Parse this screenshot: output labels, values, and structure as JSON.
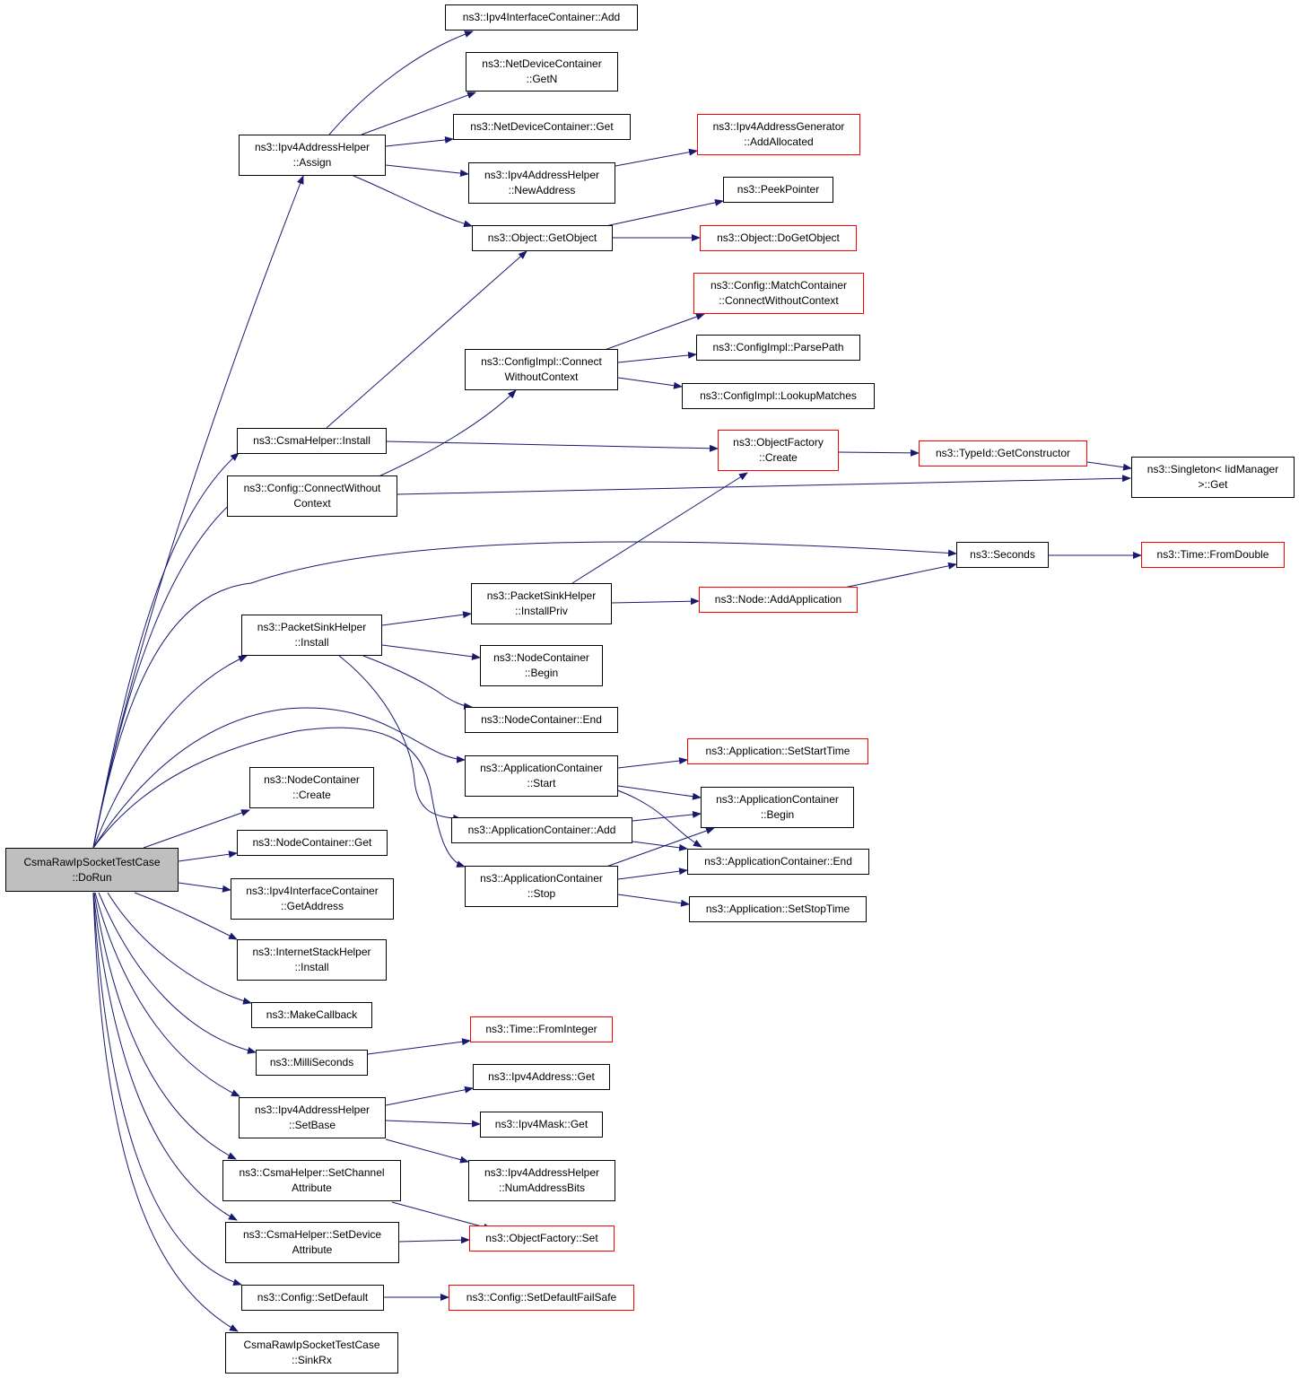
{
  "nodes": {
    "root": {
      "line1": "CsmaRawIpSocketTestCase",
      "line2": "::DoRun"
    },
    "ipv4ic_add": {
      "line1": "ns3::Ipv4InterfaceContainer::Add"
    },
    "ndc_getn": {
      "line1": "ns3::NetDeviceContainer",
      "line2": "::GetN"
    },
    "ndc_get": {
      "line1": "ns3::NetDeviceContainer::Get"
    },
    "ipv4gen_addalloc": {
      "line1": "ns3::Ipv4AddressGenerator",
      "line2": "::AddAllocated"
    },
    "ipv4ah_assign": {
      "line1": "ns3::Ipv4AddressHelper",
      "line2": "::Assign"
    },
    "ipv4ah_newaddr": {
      "line1": "ns3::Ipv4AddressHelper",
      "line2": "::NewAddress"
    },
    "peekpointer": {
      "line1": "ns3::PeekPointer"
    },
    "obj_getobject": {
      "line1": "ns3::Object::GetObject"
    },
    "obj_dogetobject": {
      "line1": "ns3::Object::DoGetObject"
    },
    "cfg_mc_cwc": {
      "line1": "ns3::Config::MatchContainer",
      "line2": "::ConnectWithoutContext"
    },
    "cfgimpl_parsepath": {
      "line1": "ns3::ConfigImpl::ParsePath"
    },
    "cfgimpl_connect": {
      "line1": "ns3::ConfigImpl::Connect",
      "line2": "WithoutContext"
    },
    "cfgimpl_lookup": {
      "line1": "ns3::ConfigImpl::LookupMatches"
    },
    "csma_install": {
      "line1": "ns3::CsmaHelper::Install"
    },
    "objfactory_create": {
      "line1": "ns3::ObjectFactory",
      "line2": "::Create"
    },
    "typeid_getctor": {
      "line1": "ns3::TypeId::GetConstructor"
    },
    "singleton_get": {
      "line1": "ns3::Singleton< IidManager",
      "line2": ">::Get"
    },
    "cfg_cwc": {
      "line1": "ns3::Config::ConnectWithout",
      "line2": "Context"
    },
    "seconds": {
      "line1": "ns3::Seconds"
    },
    "time_fromdouble": {
      "line1": "ns3::Time::FromDouble"
    },
    "psh_installpriv": {
      "line1": "ns3::PacketSinkHelper",
      "line2": "::InstallPriv"
    },
    "node_addapp": {
      "line1": "ns3::Node::AddApplication"
    },
    "psh_install": {
      "line1": "ns3::PacketSinkHelper",
      "line2": "::Install"
    },
    "nc_begin": {
      "line1": "ns3::NodeContainer",
      "line2": "::Begin"
    },
    "nc_end": {
      "line1": "ns3::NodeContainer::End"
    },
    "app_setstart": {
      "line1": "ns3::Application::SetStartTime"
    },
    "ac_start": {
      "line1": "ns3::ApplicationContainer",
      "line2": "::Start"
    },
    "ac_begin": {
      "line1": "ns3::ApplicationContainer",
      "line2": "::Begin"
    },
    "nc_create": {
      "line1": "ns3::NodeContainer",
      "line2": "::Create"
    },
    "ac_add": {
      "line1": "ns3::ApplicationContainer::Add"
    },
    "nc_get": {
      "line1": "ns3::NodeContainer::Get"
    },
    "ac_end": {
      "line1": "ns3::ApplicationContainer::End"
    },
    "ac_stop": {
      "line1": "ns3::ApplicationContainer",
      "line2": "::Stop"
    },
    "ipv4ic_getaddr": {
      "line1": "ns3::Ipv4InterfaceContainer",
      "line2": "::GetAddress"
    },
    "app_setstop": {
      "line1": "ns3::Application::SetStopTime"
    },
    "ish_install": {
      "line1": "ns3::InternetStackHelper",
      "line2": "::Install"
    },
    "makecallback": {
      "line1": "ns3::MakeCallback"
    },
    "time_fromint": {
      "line1": "ns3::Time::FromInteger"
    },
    "milliseconds": {
      "line1": "ns3::MilliSeconds"
    },
    "ipv4addr_get": {
      "line1": "ns3::Ipv4Address::Get"
    },
    "ipv4ah_setbase": {
      "line1": "ns3::Ipv4AddressHelper",
      "line2": "::SetBase"
    },
    "ipv4mask_get": {
      "line1": "ns3::Ipv4Mask::Get"
    },
    "csma_setchattr": {
      "line1": "ns3::CsmaHelper::SetChannel",
      "line2": "Attribute"
    },
    "ipv4ah_numbits": {
      "line1": "ns3::Ipv4AddressHelper",
      "line2": "::NumAddressBits"
    },
    "csma_setdevattr": {
      "line1": "ns3::CsmaHelper::SetDevice",
      "line2": "Attribute"
    },
    "objfactory_set": {
      "line1": "ns3::ObjectFactory::Set"
    },
    "cfg_setdefault": {
      "line1": "ns3::Config::SetDefault"
    },
    "cfg_setdefaultfs": {
      "line1": "ns3::Config::SetDefaultFailSafe"
    },
    "sinkrx": {
      "line1": "CsmaRawIpSocketTestCase",
      "line2": "::SinkRx"
    }
  },
  "colors": {
    "edge": "#191970",
    "root_fill": "#bfbfbf",
    "red_border": "#ff0000",
    "border": "#000000"
  }
}
